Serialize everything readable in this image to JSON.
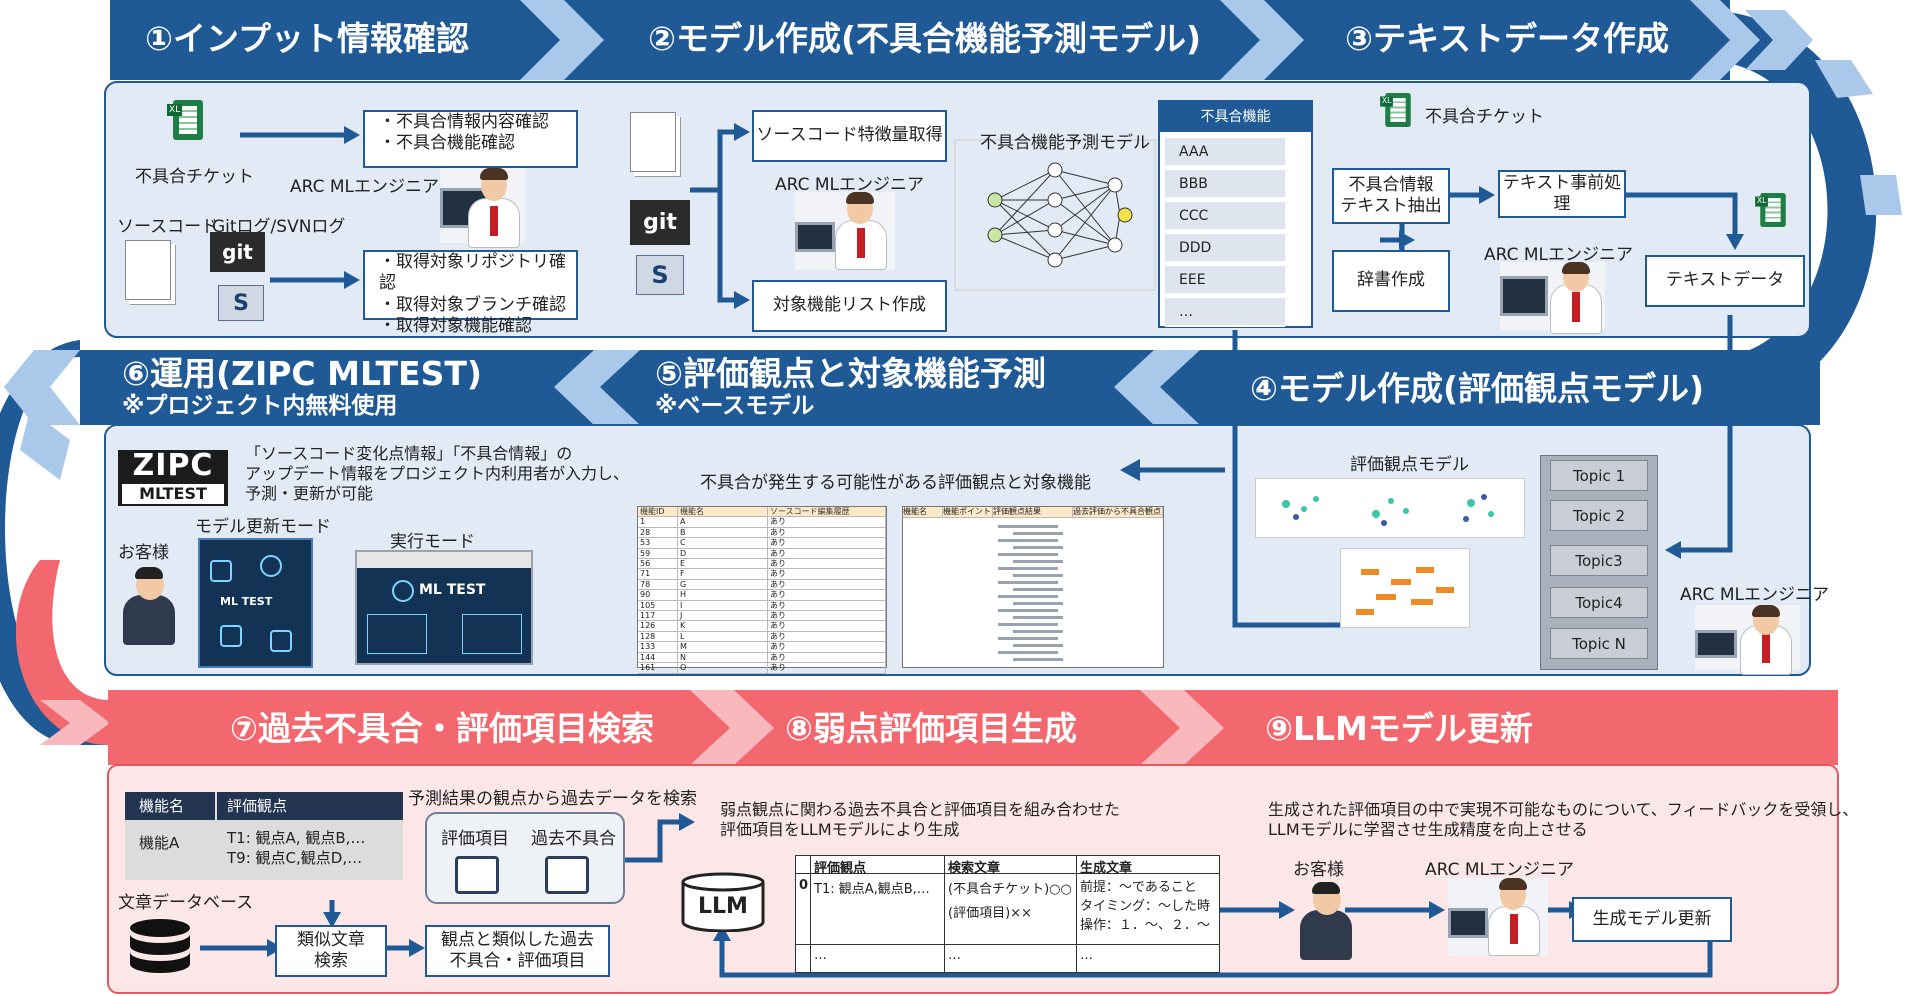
{
  "colors": {
    "blue": "#1f5a97",
    "light_blue": "#e2eaf5",
    "red": "#f2686e",
    "light_red": "#fbe7e8",
    "arrow_light": "#a9c8ea",
    "arrow_pink": "#f9b9bc"
  },
  "phases": [
    {
      "label": "①インプット情報確認"
    },
    {
      "label": "②モデル作成(不具合機能予測モデル)"
    },
    {
      "label": "③テキストデータ作成"
    },
    {
      "label": "④モデル作成(評価観点モデル)"
    },
    {
      "label": "⑤評価観点と対象機能予測",
      "sub": "※ベースモデル"
    },
    {
      "label": "⑥運用(ZIPC MLTEST)",
      "sub": "※プロジェクト内無料使用"
    },
    {
      "label": "⑦過去不具合・評価項目検索"
    },
    {
      "label": "⑧弱点評価項目生成"
    },
    {
      "label": "⑨LLMモデル更新"
    }
  ],
  "p1": {
    "ticket": "不具合チケット",
    "engineer": "ARC MLエンジニア",
    "source": "ソースコード",
    "gitlog": "Gitログ/SVNログ",
    "check1": [
      "・不具合情報内容確認",
      "・不具合機能確認"
    ],
    "check2": [
      "・取得対象リポジトリ確認",
      "・取得対象ブランチ確認",
      "・取得対象機能確認"
    ]
  },
  "p2": {
    "feature": "ソースコード特徴量取得",
    "engineer": "ARC MLエンジニア",
    "funclist": "対象機能リスト作成",
    "model_label": "不具合機能予測モデル",
    "table_header": "不具合機能",
    "table_rows": [
      "AAA",
      "BBB",
      "CCC",
      "DDD",
      "EEE",
      "…"
    ]
  },
  "p3": {
    "ticket": "不具合チケット",
    "extract": [
      "不具合情報",
      "テキスト抽出"
    ],
    "preprocess": "テキスト事前処理",
    "dictionary": "辞書作成",
    "engineer": "ARC MLエンジニア",
    "textdata": "テキストデータ"
  },
  "p4": {
    "model_label": "評価観点モデル",
    "topics": [
      "Topic 1",
      "Topic 2",
      "Topic3",
      "Topic4",
      "Topic N"
    ],
    "engineer": "ARC MLエンジニア"
  },
  "p5": {
    "caption": "不具合が発生する可能性がある評価観点と対象機能"
  },
  "p6": {
    "logo_top": "ZIPC",
    "logo_bottom": "MLTEST",
    "desc": [
      "「ソースコード変化点情報」「不具合情報」の",
      "アップデート情報をプロジェクト内利用者が入力し、",
      "予測・更新が可能"
    ],
    "mode_update": "モデル更新モード",
    "mode_run": "実行モード",
    "customer": "お客様",
    "ml_test": "ML TEST"
  },
  "p7": {
    "th1": "機能名",
    "th2": "評価観点",
    "td1": "機能A",
    "td2": [
      "T1: 観点A, 観点B,…",
      "T9: 観点C,観点D,…"
    ],
    "search_caption": "予測結果の観点から過去データを検索",
    "item": "評価項目",
    "past_bug": "過去不具合",
    "db": "文章データベース",
    "similar": [
      "類似文章",
      "検索"
    ],
    "result": [
      "観点と類似した過去",
      "不具合・評価項目"
    ]
  },
  "p8": {
    "desc": [
      "弱点観点に関わる過去不具合と評価項目を組み合わせた",
      "評価項目をLLMモデルにより生成"
    ],
    "llm": "LLM",
    "th": [
      "評価観点",
      "検索文章",
      "生成文章"
    ],
    "row_idx": "0",
    "r1c1": "T1: 観点A,観点B,…",
    "r1c2": [
      "(不具合チケット)○○",
      "(評価項目)××"
    ],
    "r1c3": [
      "前提：～であること",
      "タイミング：～した時",
      "操作：１．～、２．～"
    ],
    "r2": [
      "…",
      "…",
      "…"
    ]
  },
  "p9": {
    "desc": [
      "生成された評価項目の中で実現不可能なものについて、フィードバックを受領し、",
      "LLMモデルに学習させ生成精度を向上させる"
    ],
    "customer": "お客様",
    "engineer": "ARC MLエンジニア",
    "update": "生成モデル更新"
  },
  "sheets": {
    "left_headers": [
      "機能ID",
      "機能名",
      "ソースコード編集履歴"
    ],
    "left_rows": [
      [
        "1",
        "A",
        "あり"
      ],
      [
        "28",
        "B",
        "あり"
      ],
      [
        "53",
        "C",
        "あり"
      ],
      [
        "59",
        "D",
        "あり"
      ],
      [
        "56",
        "E",
        "あり"
      ],
      [
        "71",
        "F",
        "あり"
      ],
      [
        "78",
        "G",
        "あり"
      ],
      [
        "90",
        "H",
        "あり"
      ],
      [
        "105",
        "I",
        "あり"
      ],
      [
        "117",
        "J",
        "あり"
      ],
      [
        "126",
        "K",
        "あり"
      ],
      [
        "128",
        "L",
        "あり"
      ],
      [
        "133",
        "M",
        "あり"
      ],
      [
        "144",
        "N",
        "あり"
      ],
      [
        "161",
        "O",
        "あり"
      ]
    ],
    "right_headers": [
      "機能名",
      "機能ポイント",
      "評価観点結果",
      "過去評価から不具合観点"
    ]
  }
}
